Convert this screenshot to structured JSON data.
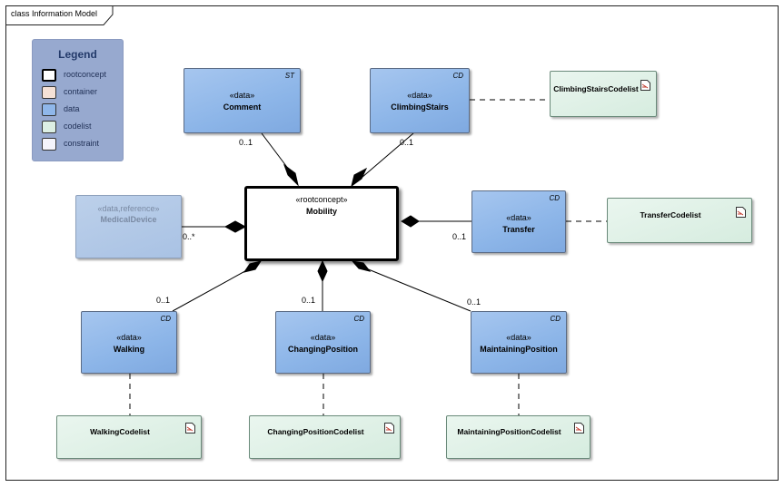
{
  "diagram": {
    "title": "class Information Model"
  },
  "legend": {
    "title": "Legend",
    "items": [
      {
        "label": "rootconcept",
        "color": "#ffffff"
      },
      {
        "label": "container",
        "color": "#f5e1d6"
      },
      {
        "label": "data",
        "color": "#8fb7ea"
      },
      {
        "label": "codelist",
        "color": "#dcefe4"
      },
      {
        "label": "constraint",
        "color": "#f4f4fb"
      }
    ]
  },
  "classes": {
    "comment": {
      "stereotype": "«data»",
      "name": "Comment",
      "tag": "ST"
    },
    "climbing_stairs": {
      "stereotype": "«data»",
      "name": "ClimbingStairs",
      "tag": "CD"
    },
    "medical_device": {
      "stereotype": "«data,reference»",
      "name": "MedicalDevice"
    },
    "mobility": {
      "stereotype": "«rootconcept»",
      "name": "Mobility"
    },
    "transfer": {
      "stereotype": "«data»",
      "name": "Transfer",
      "tag": "CD"
    },
    "walking": {
      "stereotype": "«data»",
      "name": "Walking",
      "tag": "CD"
    },
    "changing_position": {
      "stereotype": "«data»",
      "name": "ChangingPosition",
      "tag": "CD"
    },
    "maintaining_position": {
      "stereotype": "«data»",
      "name": "MaintainingPosition",
      "tag": "CD"
    }
  },
  "codelists": {
    "climbing_stairs": "ClimbingStairsCodelist",
    "transfer": "TransferCodelist",
    "walking": "WalkingCodelist",
    "changing_position": "ChangingPositionCodelist",
    "maintaining_position": "MaintainingPositionCodelist"
  },
  "multiplicities": {
    "comment": "0..1",
    "climbing_stairs": "0..1",
    "medical_device": "0..*",
    "transfer": "0..1",
    "walking": "0..1",
    "changing_position": "0..1",
    "maintaining_position": "0..1"
  }
}
